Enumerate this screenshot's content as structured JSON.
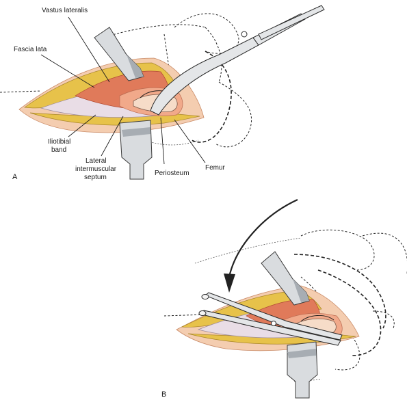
{
  "panels": [
    {
      "id": "A",
      "label": "A",
      "annotations": {
        "vastus_lateralis": "Vastus lateralis",
        "fascia_lata": "Fascia lata",
        "iliotibial_band": "Iliotibial band",
        "lateral_intermuscular_septum": "Lateral intermuscular septum",
        "periosteum": "Periosteum",
        "femur": "Femur"
      }
    },
    {
      "id": "B",
      "label": "B",
      "annotations": {}
    }
  ],
  "colors": {
    "muscle": "#e07a5a",
    "fat": "#e7c24a",
    "fascia": "#e9dde6",
    "bone": "#f6dcc8",
    "instrument": "#d9dcdf"
  }
}
